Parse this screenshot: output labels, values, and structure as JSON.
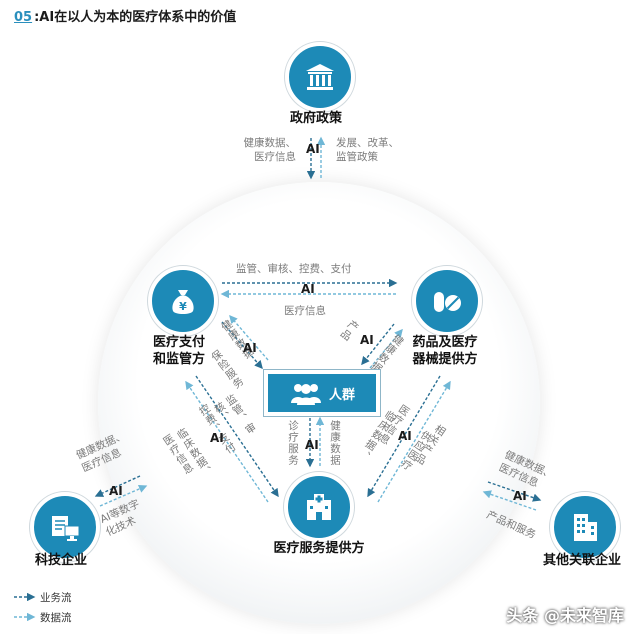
{
  "header": {
    "number": "05",
    "title": ":AI在以人为本的医疗体系中的价值"
  },
  "nodes": {
    "government": {
      "label": "政府政策",
      "icon": "government-building-icon"
    },
    "payer": {
      "label1": "医疗支付",
      "label2": "和监管方",
      "icon": "money-bag-icon"
    },
    "pharma": {
      "label1": "药品及医疗",
      "label2": "器械提供方",
      "icon": "pill-capsule-icon"
    },
    "provider": {
      "label": "医疗服务提供方",
      "icon": "hospital-icon"
    },
    "tech": {
      "label": "科技企业",
      "icon": "computer-document-icon"
    },
    "other": {
      "label": "其他关联企业",
      "icon": "office-building-icon"
    },
    "crowd": {
      "label": "人群",
      "icon": "people-group-icon"
    }
  },
  "ai_label": "AI",
  "flows": {
    "gov_left": [
      "健康数据、",
      "医疗信息"
    ],
    "gov_right": [
      "发展、改革、",
      "监管政策"
    ],
    "top": "监管、审核、控费、支付",
    "top_bottom": "医疗信息",
    "payer_crowd_a": "健康数据",
    "payer_crowd_b": "保险服务",
    "pharma_crowd_a": "产品",
    "pharma_crowd_b": "健康数据",
    "payer_provider_a": "监管、审核、",
    "payer_provider_b": "控费、支付",
    "payer_provider_c": "临床数据、",
    "payer_provider_d": "医疗信息",
    "crowd_provider_a": "诊疗服务",
    "crowd_provider_b": "健康数据",
    "pharma_provider_a": "临床数据、",
    "pharma_provider_b": "医疗信息",
    "pharma_provider_c": "供应医疗",
    "pharma_provider_d": "相关产品",
    "tech_a": [
      "健康数据、",
      "医疗信息"
    ],
    "tech_b": [
      "AI等数字",
      "化技术"
    ],
    "other_a": [
      "健康数据、",
      "医疗信息"
    ],
    "other_b": "产品和服务"
  },
  "legend": {
    "business": "业务流",
    "data": "数据流"
  },
  "colors": {
    "accent": "#1d8ab7",
    "arrow_dark": "#2a6f93",
    "arrow_light": "#6fb7d6"
  },
  "watermark": "头条 @未来智库"
}
